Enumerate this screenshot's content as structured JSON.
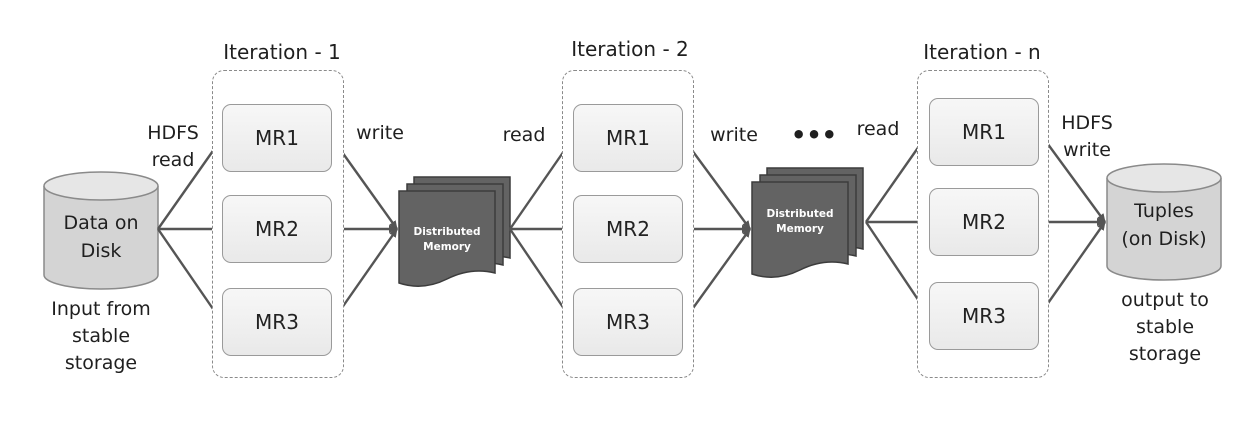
{
  "source": {
    "line1": "Data on",
    "line2": "Disk",
    "caption_line1": "Input from",
    "caption_line2": "stable",
    "caption_line3": "storage"
  },
  "sink": {
    "line1": "Tuples",
    "line2": "(on Disk)",
    "caption_line1": "output to",
    "caption_line2": "stable",
    "caption_line3": "storage"
  },
  "iterations": [
    {
      "title": "Iteration - 1",
      "jobs": [
        "MR1",
        "MR2",
        "MR3"
      ]
    },
    {
      "title": "Iteration - 2",
      "jobs": [
        "MR1",
        "MR2",
        "MR3"
      ]
    },
    {
      "title": "Iteration - n",
      "jobs": [
        "MR1",
        "MR2",
        "MR3"
      ]
    }
  ],
  "memory": [
    {
      "line1": "Distributed",
      "line2": "Memory"
    },
    {
      "line1": "Distributed",
      "line2": "Memory"
    }
  ],
  "edge_labels": {
    "hdfs_read_line1": "HDFS",
    "hdfs_read_line2": "read",
    "write_1": "write",
    "read_2": "read",
    "write_2": "write",
    "ellipsis": "•••",
    "read_n": "read",
    "hdfs_write_line1": "HDFS",
    "hdfs_write_line2": "write"
  },
  "colors": {
    "arrow": "#555555",
    "memory_fill": "#636363",
    "box_border": "#9a9a9a",
    "cylinder_fill": "#d4d4d4"
  }
}
